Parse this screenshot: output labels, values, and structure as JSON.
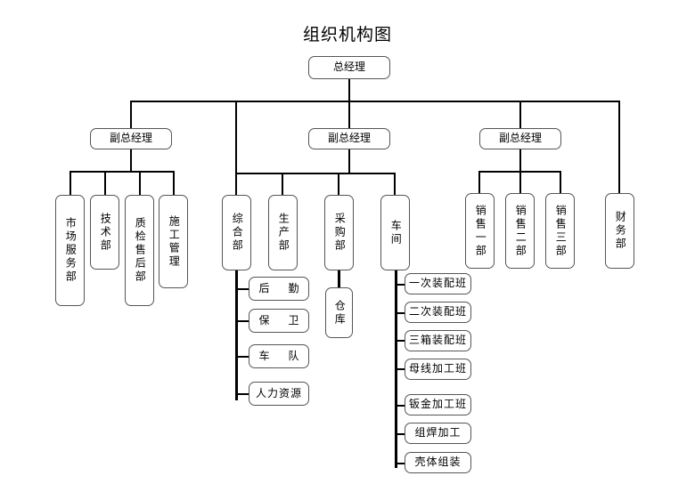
{
  "chart": {
    "title": "组织机构图",
    "type": "org-chart",
    "root": {
      "label": "总经理"
    },
    "level2": [
      {
        "label": "副总经理"
      },
      {
        "label": "副总经理"
      },
      {
        "label": "副总经理"
      }
    ],
    "group_left": [
      {
        "label": "市场服务部"
      },
      {
        "label": "技术部"
      },
      {
        "label": "质检售后部"
      },
      {
        "label": "施工管理"
      }
    ],
    "group_middle": [
      {
        "label": "综合部"
      },
      {
        "label": "生产部"
      },
      {
        "label": "采购部"
      },
      {
        "label": "车间"
      }
    ],
    "group_right": [
      {
        "label": "销售一部"
      },
      {
        "label": "销售二部"
      },
      {
        "label": "销售三部"
      }
    ],
    "finance": {
      "label": "财务部"
    },
    "sub_zonghebu": [
      {
        "label": "后 勤"
      },
      {
        "label": "保 卫"
      },
      {
        "label": "车 队"
      },
      {
        "label": "人力资源"
      }
    ],
    "sub_caigoubu": [
      {
        "label": "仓库"
      }
    ],
    "sub_chejian": [
      {
        "label": "一次装配班"
      },
      {
        "label": "二次装配班"
      },
      {
        "label": "三箱装配班"
      },
      {
        "label": "母线加工班"
      },
      {
        "label": "钣金加工班"
      },
      {
        "label": "组焊加工"
      },
      {
        "label": "壳体组装"
      }
    ],
    "colors": {
      "line": "#000000",
      "box_border": "#555555",
      "background": "#ffffff",
      "text": "#000000"
    }
  }
}
